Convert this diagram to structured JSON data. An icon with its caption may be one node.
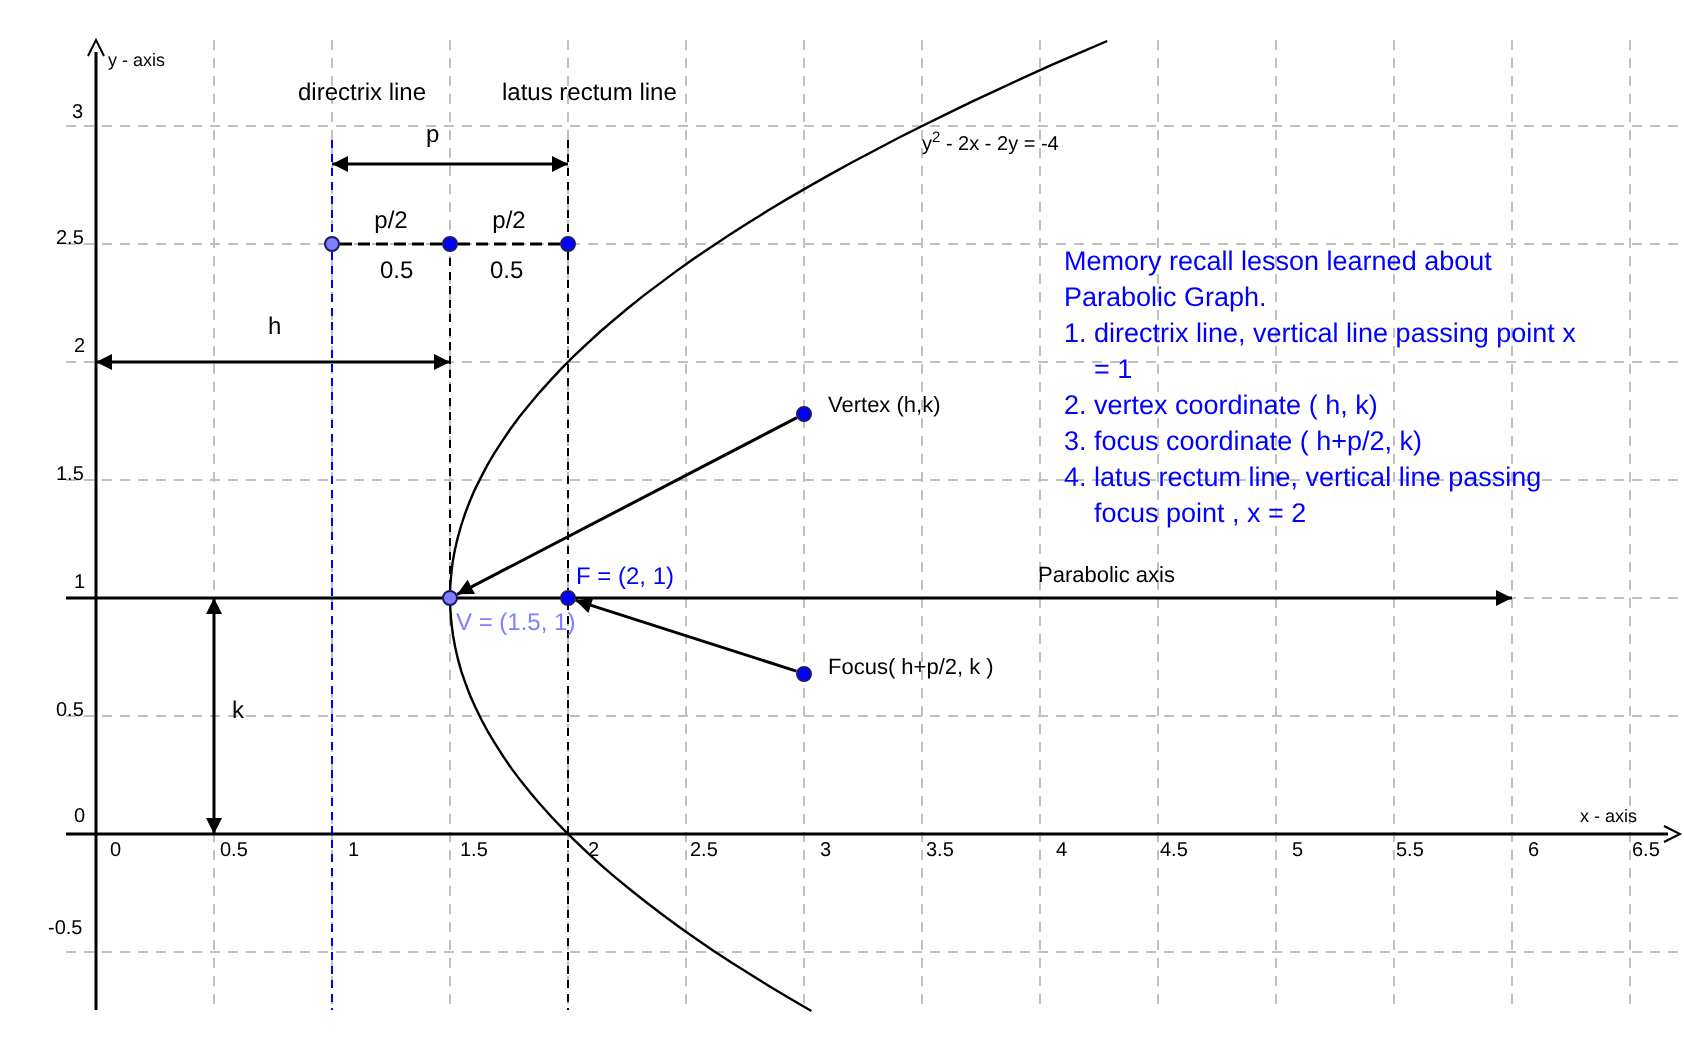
{
  "diagram": {
    "nodes": [
      {
        "text": [],
        "shape": "circle"
      },
      {
        "text": [],
        "shape": "circle"
      },
      {
        "text": [],
        "shape": "circle"
      },
      {
        "text": [],
        "shape": "circle",
        "beside": [
          "Vertex (h,k)"
        ]
      },
      {
        "text": [],
        "shape": "circle",
        "beside": [
          "V = (1.5, 1)"
        ]
      },
      {
        "text": [],
        "shape": "circle",
        "beside": [
          "F = (2, 1)"
        ]
      },
      {
        "text": [],
        "shape": "circle",
        "beside": [
          "Focus( h+p/2, k )"
        ]
      }
    ],
    "edges": [
      {
        "from": 0,
        "to": 1,
        "arrow": "none",
        "style": "dashed",
        "label": "p/2"
      },
      {
        "from": 1,
        "to": 2,
        "arrow": "none",
        "style": "dashed",
        "label": "p/2"
      },
      {
        "from": 3,
        "to": 4,
        "arrow": "to"
      },
      {
        "from": 6,
        "to": 5,
        "arrow": "to"
      }
    ],
    "labels": [
      "y - axis",
      "directrix line",
      "latus rectum line",
      "p",
      "3",
      "y$^{2}$ - 2x - 2y = -4",
      "2.5",
      "0.5",
      "0.5",
      "h",
      "2",
      "Memory recall lesson learned about Parabolic Graph.",
      "1. directrix line, vertical line passing point x = 1",
      "2. vertex coordinate ( h, k)",
      "3. focus coordinate ( h+p/2, k)",
      "4. latus rectum line, vertical line passing focus point , x = 2",
      "1.5",
      "1",
      "Parabolic axis",
      "0.5",
      "k",
      "0",
      "0",
      "0.5",
      "1",
      "1.5",
      "2",
      "2.5",
      "3",
      "3.5",
      "4",
      "4.5",
      "5",
      "5.5",
      "6",
      "6.5",
      "x - axis",
      "-0.5"
    ]
  }
}
